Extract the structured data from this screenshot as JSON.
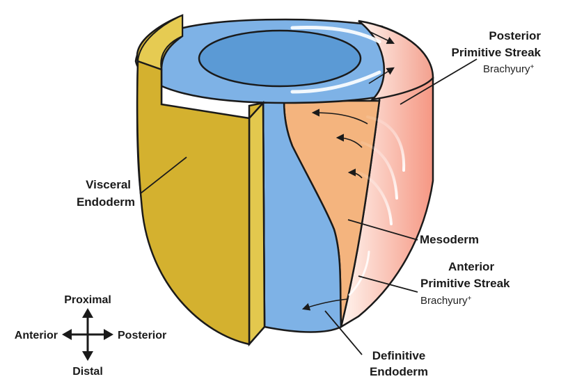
{
  "colors": {
    "visceral_endoderm": "#D9B734",
    "definitive_endoderm": "#7EB2E6",
    "mesoderm": "#F4B47E",
    "primitive_streak": "#F59783",
    "outline": "#1a1a1a"
  },
  "labels": {
    "posterior_ps": {
      "line1": "Posterior",
      "line2": "Primitive Streak",
      "marker": "Brachyury",
      "sup": "+"
    },
    "visceral_endoderm": {
      "line1": "Visceral",
      "line2": "Endoderm"
    },
    "mesoderm": {
      "text": "Mesoderm"
    },
    "anterior_ps": {
      "line1": "Anterior",
      "line2": "Primitive Streak",
      "marker": "Brachyury",
      "sup": "+"
    },
    "definitive_endoderm": {
      "line1": "Definitive",
      "line2": "Endoderm"
    }
  },
  "compass": {
    "proximal": "Proximal",
    "distal": "Distal",
    "anterior": "Anterior",
    "posterior": "Posterior"
  }
}
